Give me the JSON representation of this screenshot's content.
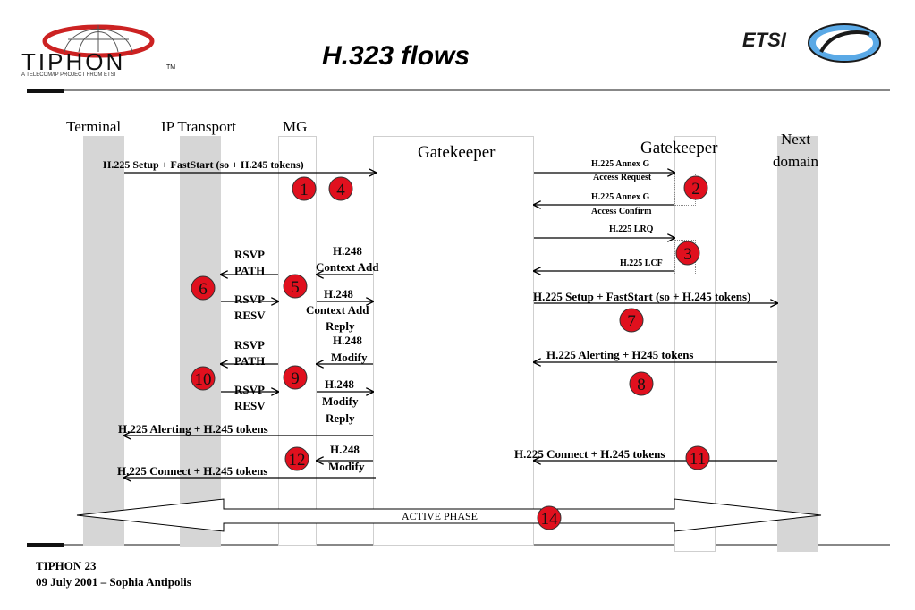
{
  "header": {
    "title": "H.323 flows",
    "tiphon_logo_text": "TIPHON",
    "tiphon_tm": "TM",
    "tiphon_tagline": "A TELECOM/IP PROJECT FROM ETSI",
    "etsi_logo_text": "ETSI"
  },
  "footer": {
    "line1": "TIPHON 23",
    "line2": "09 July 2001 – Sophia Antipolis"
  },
  "lanes": {
    "terminal": "Terminal",
    "ip_transport": "IP Transport",
    "mg": "MG",
    "gatekeeper1": "Gatekeeper",
    "gatekeeper2": "Gatekeeper",
    "next_domain_1": "Next",
    "next_domain_2": "domain"
  },
  "messages": {
    "setup1": "H.225 Setup + FastStart (so + H.245 tokens)",
    "annex_req_1": "H.225 Annex G",
    "annex_req_2": "Access Request",
    "annex_conf_1": "H.225 Annex G",
    "annex_conf_2": "Access Confirm",
    "lrq": "H.225 LRQ",
    "lcf": "H.225 LCF",
    "rsvp_path_1a": "RSVP",
    "rsvp_path_1b": "PATH",
    "h248_add_1": "H.248",
    "h248_add_2": "Context Add",
    "rsvp_resv_1a": "RSVP",
    "rsvp_resv_1b": "RESV",
    "h248_addreply_1": "H.248",
    "h248_addreply_2": "Context Add",
    "h248_addreply_3": "Reply",
    "setup2": "H.225 Setup + FastStart (so + H.245 tokens)",
    "rsvp_path_2a": "RSVP",
    "rsvp_path_2b": "PATH",
    "h248_mod_1": "H.248",
    "h248_mod_2": "Modify",
    "alerting_in": "H.225 Alerting + H245 tokens",
    "rsvp_resv_2a": "RSVP",
    "rsvp_resv_2b": "RESV",
    "h248_modreply_1": "H.248",
    "h248_modreply_2": "Modify",
    "h248_modreply_3": "Reply",
    "alerting_out": "H.225 Alerting + H.245 tokens",
    "h248_mod2_1": "H.248",
    "h248_mod2_2": "Modify",
    "connect_in": "H.225 Connect + H.245 tokens",
    "connect_out": "H.225 Connect + H.245 tokens",
    "active_phase": "ACTIVE PHASE"
  },
  "steps": {
    "s1": "1",
    "s2": "2",
    "s3": "3",
    "s4": "4",
    "s5": "5",
    "s6": "6",
    "s7": "7",
    "s8": "8",
    "s9": "9",
    "s10": "10",
    "s11": "11",
    "s12": "12",
    "s14": "14"
  },
  "colors": {
    "step_fill": "#e0101e",
    "lane_fill": "#d6d6d6",
    "tiphon_red": "#cc2222"
  }
}
